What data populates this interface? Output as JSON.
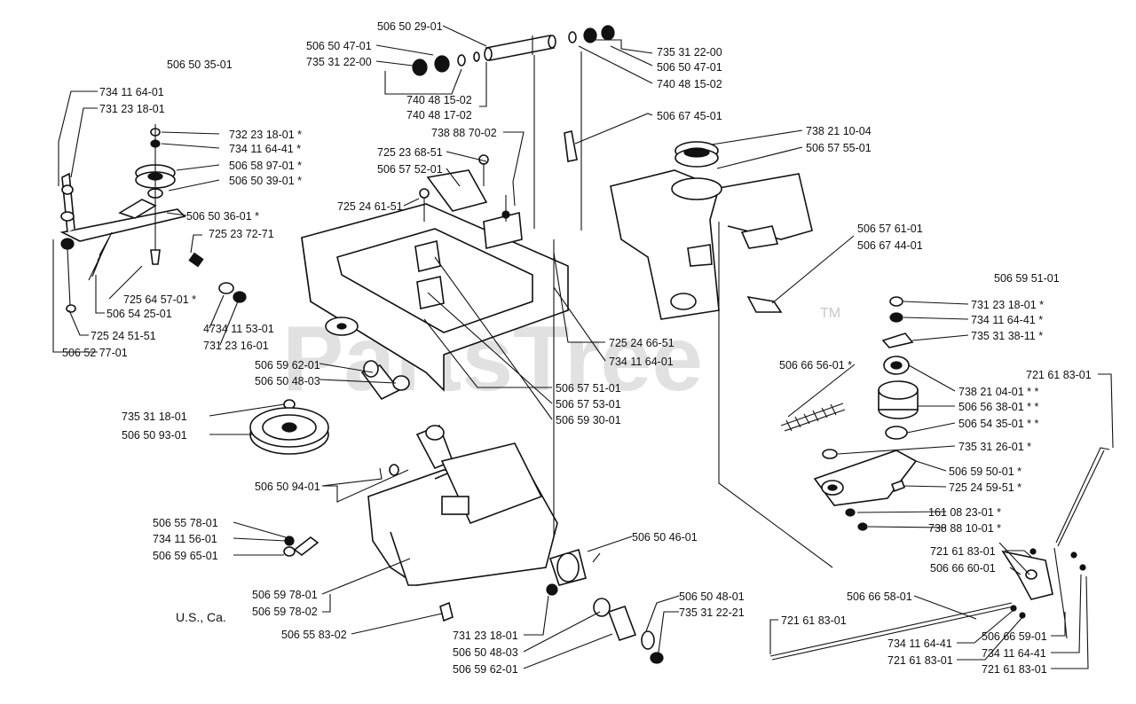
{
  "assembly_ids": {
    "top_left": "506 50 35-01",
    "right": "506 59 51-01"
  },
  "region_note": "U.S., Ca.",
  "watermark": "PartsTree",
  "watermark_tm": "TM",
  "labels": {
    "l_734116401_a": "734 11 64-01",
    "l_731231801_a": "731 23 18-01",
    "l_732231801": "732 23 18-01  *",
    "l_734116441_a": "734 11 64-41  *",
    "l_506589701": "506 58 97-01  *",
    "l_506503901": "506 50 39-01  *",
    "l_506503601": "506 50 36-01  *",
    "l_725237271": "725 23 72-71",
    "l_725645701": "725 64 57-01  *",
    "l_506542501": "506 54 25-01",
    "l_725245151": "725 24 51-51",
    "l_506527701": "506 52 77-01",
    "l_734115301": "4734 11 53-01",
    "l_731231601": "731 23 16-01",
    "l_506502901": "506 50 29-01",
    "l_506504701_a": "506 50 47-01",
    "l_735312200_a": "735 31 22-00",
    "l_740481502_a": "740 48 15-02",
    "l_740481702": "740 48 17-02",
    "l_735312200_b": "735 31 22-00",
    "l_506504701_b": "506 50 47-01",
    "l_740481502_b": "740 48 15-02",
    "l_738887002": "738 88 70-02",
    "l_725236851": "725 23 68-51",
    "l_506575201": "506 57 52-01",
    "l_725246151": "725 24 61-51",
    "l_506674501": "506 67 45-01",
    "l_738211004": "738 21 10-04",
    "l_506575501": "506 57 55-01",
    "l_506576101": "506 57 61-01",
    "l_506674401": "506 67 44-01",
    "l_725246651": "725 24 66-51",
    "l_734116401_b": "734 11 64-01",
    "l_506575101": "506 57 51-01",
    "l_506575301": "506 57 53-01",
    "l_506593001": "506 59 30-01",
    "l_506596201_a": "506 59 62-01",
    "l_506504803_a": "506 50 48-03",
    "l_735311801": "735 31 18-01",
    "l_506509301": "506 50 93-01",
    "l_506509401": "506 50 94-01",
    "l_506557801": "506 55 78-01",
    "l_734115601": "734 11 56-01",
    "l_506596501": "506 59 65-01",
    "l_506597801": "506 59 78-01",
    "l_506597802": "506 59 78-02",
    "l_506558302": "506 55 83-02",
    "l_731231801_b": "731 23 18-01",
    "l_506504803_b": "506 50 48-03",
    "l_506596201_b": "506 59 62-01",
    "l_506504601": "506 50 46-01",
    "l_506504801": "506 50 48-01",
    "l_735312221": "735 31 22-21",
    "l_731231801_c": "731 23 18-01  *",
    "l_734116441_b": "734 11 64-41  *",
    "l_735313811": "735 31 38-11  *",
    "l_506665601": "506 66 56-01  *",
    "l_738210401": "738 21 04-01  *  *",
    "l_506563801": "506 56 38-01  *  *",
    "l_506543501": "506 54 35-01  *  *",
    "l_735312601": "735 31 26-01  *",
    "l_506595001": "506 59 50-01  *",
    "l_725245951": "725 24 59-51  *",
    "l_161082301": "161 08 23-01  *",
    "l_738881001": "738 88 10-01  *",
    "l_721618301_a": "721 61 83-01",
    "l_721618301_b": "721 61 83-01",
    "l_506666001": "506 66 60-01",
    "l_506665801": "506 66 58-01",
    "l_721618301_c": "721 61 83-01",
    "l_734116441_c": "734 11 64-41",
    "l_721618301_d": "721 61 83-01",
    "l_506665901": "506 66 59-01",
    "l_734116401_c": "734 11 64-41",
    "l_721618301_e": "721 61 83-01"
  }
}
